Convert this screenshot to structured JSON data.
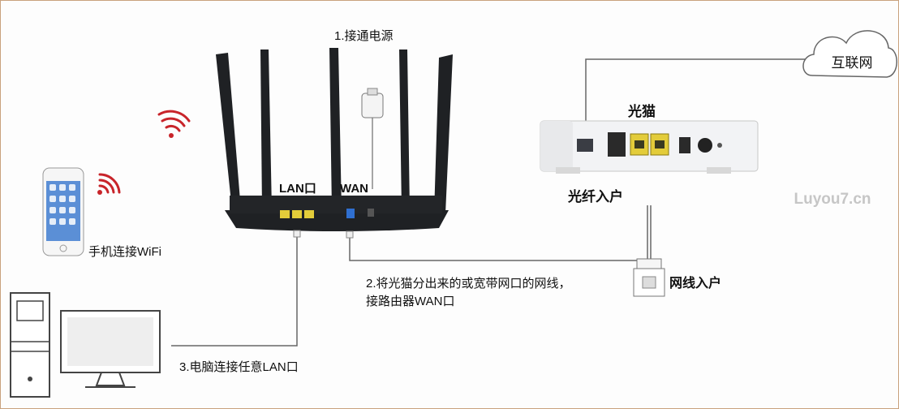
{
  "labels": {
    "power": "1.接通电源",
    "lan_port": "LAN口",
    "wan_port": "WAN",
    "internet": "互联网",
    "modem": "光猫",
    "fiber_in": "光纤入户",
    "phone_wifi": "手机连接WiFi",
    "step2_line1": "2.将光猫分出来的或宽带网口的网线，",
    "step2_line2": "接路由器WAN口",
    "cable_in": "网线入户",
    "step3": "3.电脑连接任意LAN口",
    "watermark": "Luyou7.cn"
  },
  "colors": {
    "router_body": "#1f2124",
    "lan_ports": "#e3cc3a",
    "wan_port": "#2f6fd0",
    "wifi_signal": "#c8242a",
    "cable": "#555555",
    "frame": "#c9a27e"
  }
}
